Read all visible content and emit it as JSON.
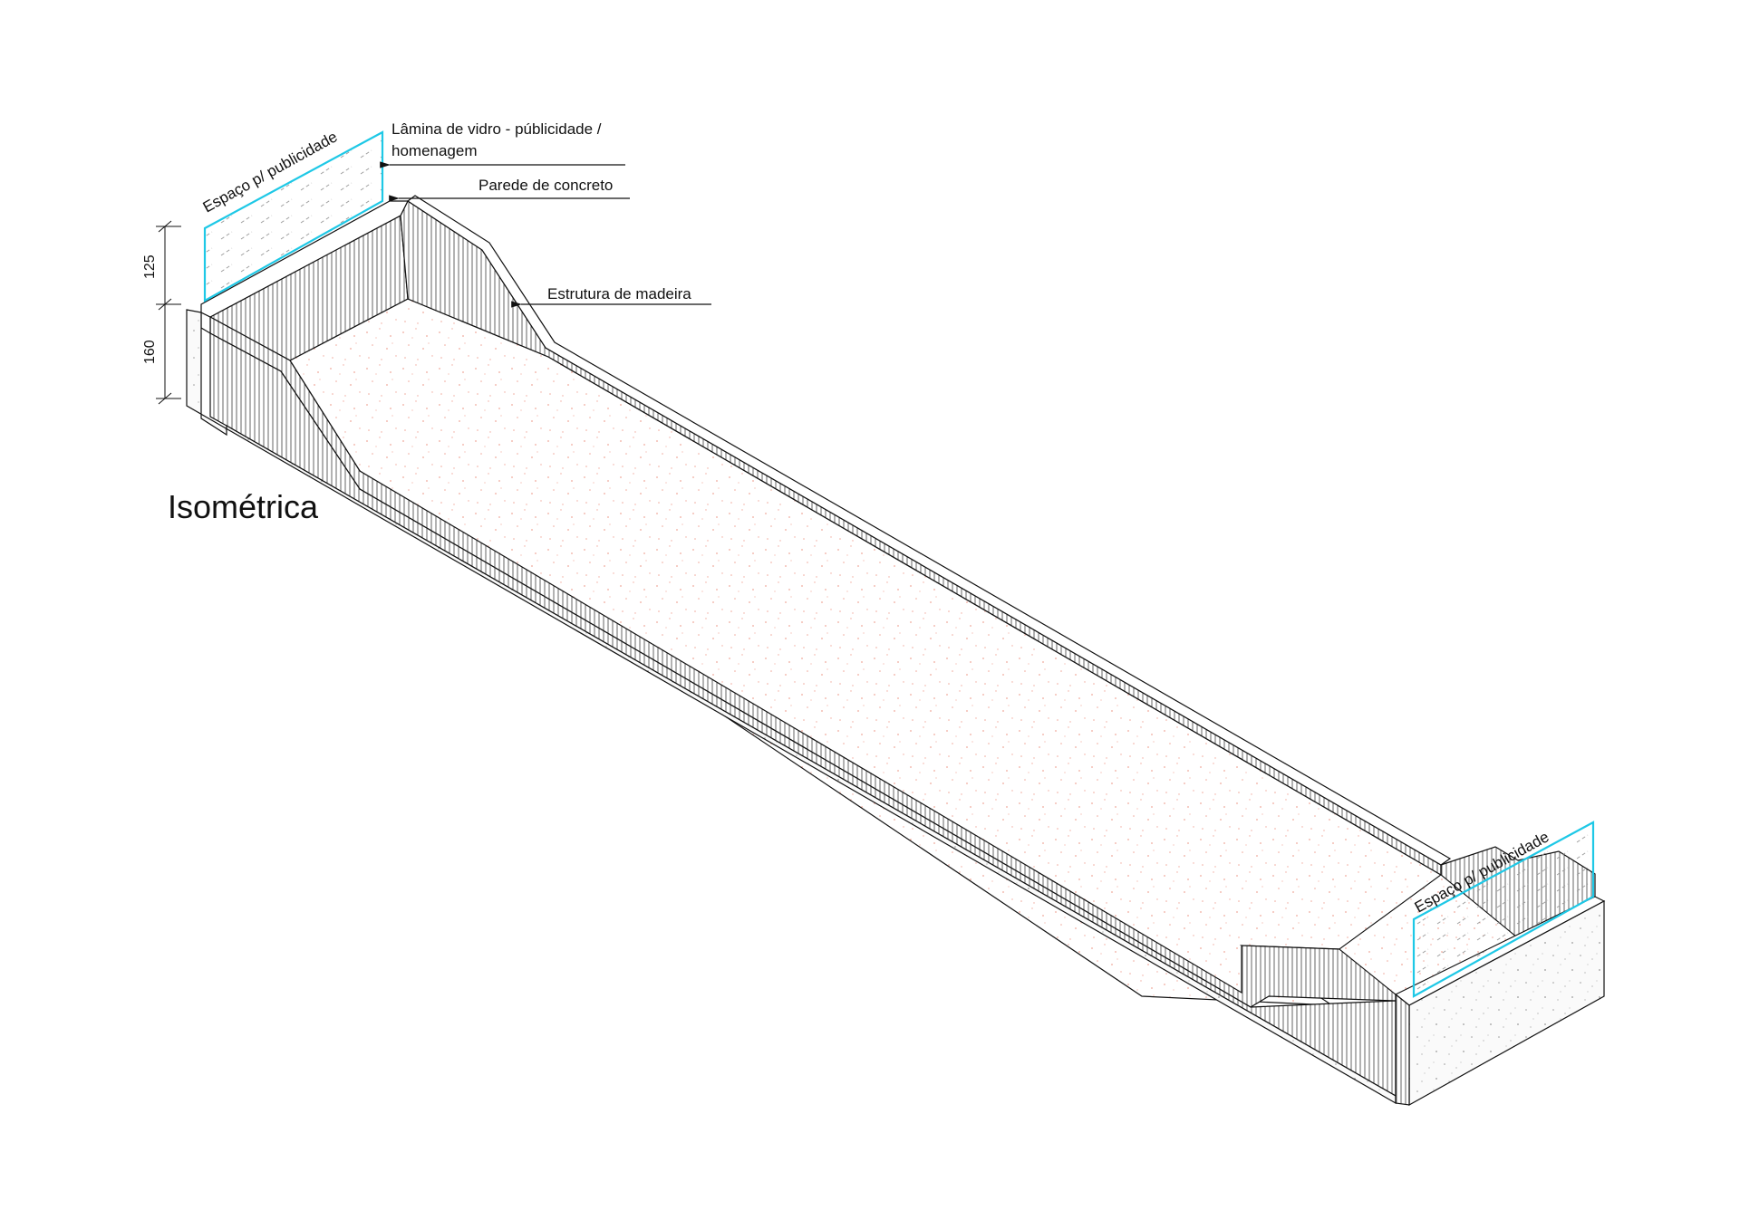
{
  "title": "Isométrica",
  "callouts": {
    "glass": [
      "Lâmina de vidro - públicidade /",
      "homenagem"
    ],
    "concrete_wall": "Parede de concreto",
    "wood_structure": "Estrutura de madeira"
  },
  "ad_space_labels": {
    "left": "Espaço p/ publicidade",
    "right": "Espaço p/ publicidade"
  },
  "dimensions": {
    "upper": "125",
    "lower": "160"
  },
  "colors": {
    "line": "#111111",
    "glass": "#1ec8e6",
    "sand": "#f1a99c",
    "concrete_texture": "#9a9a9a"
  }
}
